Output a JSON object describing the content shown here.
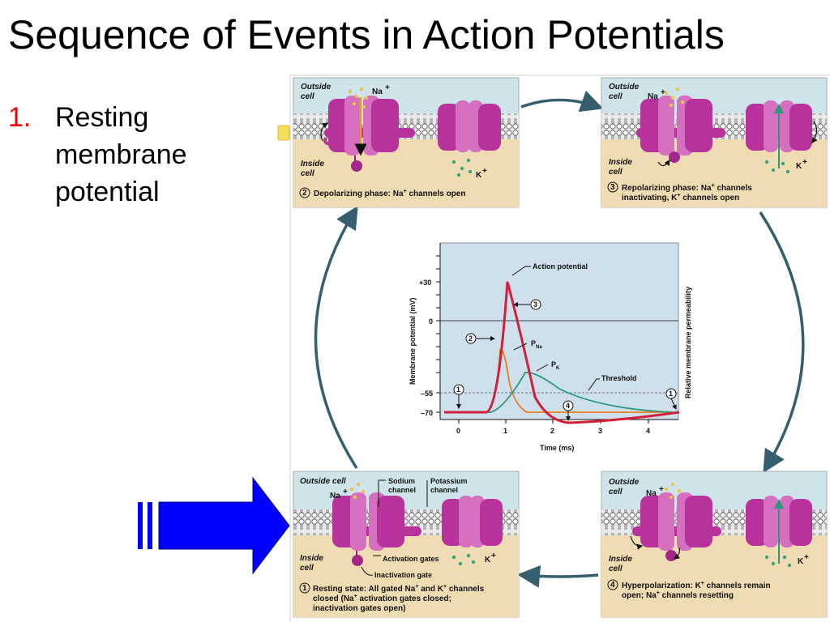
{
  "slide": {
    "title": "Sequence of Events in Action Potentials",
    "bullet": {
      "number": "1.",
      "lines": [
        "Resting",
        "membrane",
        "potential"
      ]
    }
  },
  "panels": {
    "depolarizing": {
      "outside": "Outside",
      "outside2": "cell",
      "na": "Na",
      "k": "K",
      "inside": "Inside",
      "inside2": "cell",
      "step": "2",
      "caption1": "Depolarizing phase: Na",
      "caption1b": " channels open"
    },
    "repolarizing": {
      "outside": "Outside",
      "outside2": "cell",
      "na": "Na",
      "k": "K",
      "inside": "Inside",
      "inside2": "cell",
      "step": "3",
      "caption1": "Repolarizing phase: Na",
      "caption1b": " channels",
      "caption2": "inactivating, K",
      "caption2b": " channels open"
    },
    "resting": {
      "outside": "Outside cell",
      "na": "Na",
      "k": "K",
      "sodium1": "Sodium",
      "sodium2": "channel",
      "potassium1": "Potassium",
      "potassium2": "channel",
      "inside": "Inside",
      "inside2": "cell",
      "activation": "Activation gates",
      "inactivation": "Inactivation gate",
      "step": "1",
      "caption1": "Resting state: All gated Na",
      "caption1b": " and K",
      "caption1c": " channels",
      "caption2": "closed (Na",
      "caption2b": " activation gates closed;",
      "caption3": "inactivation gates open)"
    },
    "hyperpolarization": {
      "outside": "Outside",
      "outside2": "cell",
      "na": "Na",
      "k": "K",
      "inside": "Inside",
      "inside2": "cell",
      "step": "4",
      "caption1": "Hyperpolarization: K",
      "caption1b": " channels remain",
      "caption2": "open; Na",
      "caption2b": " channels resetting"
    }
  },
  "graph": {
    "ylabel": "Membrane potential (mV)",
    "ylabel_right": "Relative membrane permeability",
    "xlabel": "Time (ms)",
    "yticks": [
      "+30",
      "0",
      "–55",
      "–70"
    ],
    "xticks": [
      "0",
      "1",
      "2",
      "3",
      "4"
    ],
    "label_ap": "Action potential",
    "label_pna": "P",
    "label_pna_sub": "Na",
    "label_pk": "P",
    "label_pk_sub": "K",
    "label_threshold": "Threshold",
    "step_markers": [
      "1",
      "2",
      "3",
      "4",
      "1"
    ]
  },
  "colors": {
    "extracellular": "#cfe3ea",
    "intracellular": "#f0dcb3",
    "channel": "#b8329c",
    "channel_light": "#d66fc0",
    "ap_curve": "#d3203a",
    "pna_curve": "#e87d1e",
    "pk_curve": "#2d9a7a",
    "graph_bg": "#cde0ec",
    "arrow": "#355f6e",
    "pointer": "#0000ff"
  }
}
